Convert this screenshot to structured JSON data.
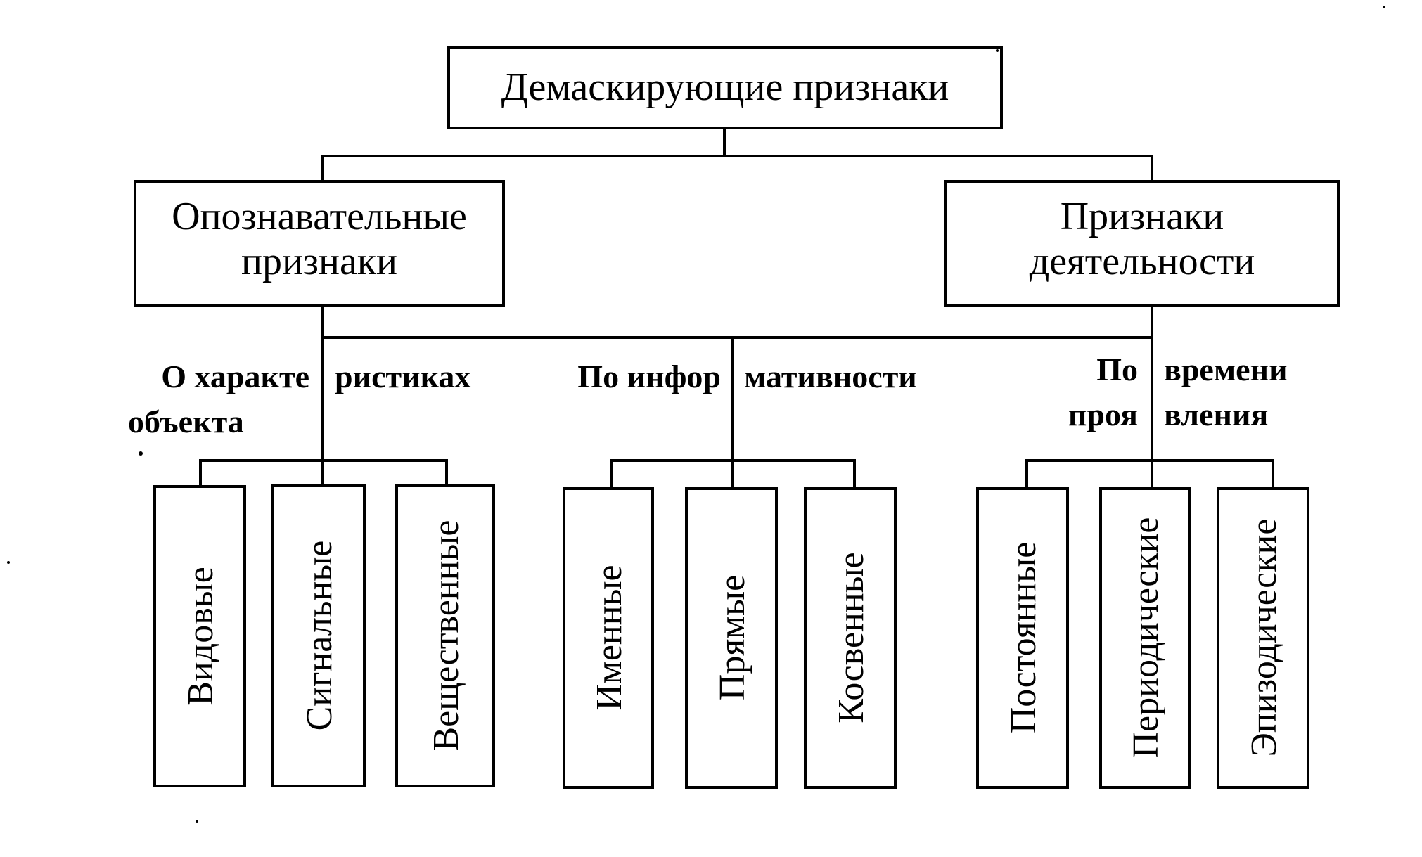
{
  "root": {
    "label": "Демаскирующие признаки"
  },
  "categories": [
    {
      "line1": "Опознавательные",
      "line2": "признаки"
    },
    {
      "line1": "Признаки",
      "line2": "деятельности"
    }
  ],
  "groups": [
    {
      "label_left": "О характе",
      "label_right": "ристиках",
      "label_line2": "объекта",
      "items": [
        "Видовые",
        "Сигнальные",
        "Вещественные"
      ]
    },
    {
      "label_left": "По инфор",
      "label_right": "мативности",
      "items": [
        "Именные",
        "Прямые",
        "Косвенные"
      ]
    },
    {
      "label_left": "По",
      "label_right": "времени",
      "label_line2_left": "проя",
      "label_line2_right": "вления",
      "items": [
        "Постоянные",
        "Периодические",
        "Эпизодические"
      ]
    }
  ]
}
